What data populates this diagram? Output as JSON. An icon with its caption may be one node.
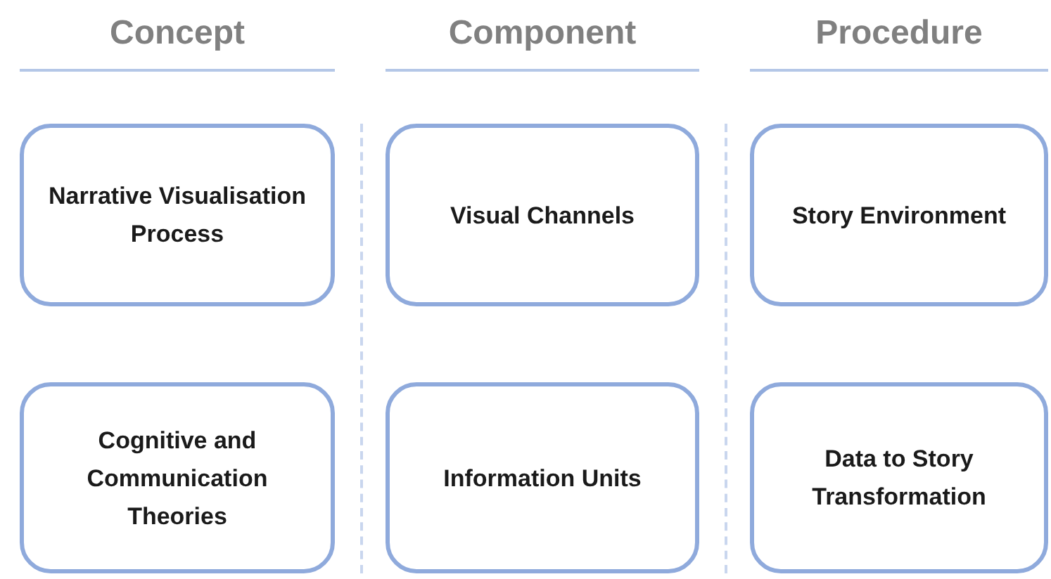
{
  "diagram": {
    "nodes": [
      {
        "text": [
          "Narrative Visualisation Process"
        ]
      },
      {
        "text": [
          "Visual Channels"
        ]
      },
      {
        "text": [
          "Story Environment"
        ]
      },
      {
        "text": [
          "Cognitive and Communication Theories"
        ]
      },
      {
        "text": [
          "Information Units"
        ]
      },
      {
        "text": [
          "Data to Story Transformation"
        ]
      }
    ],
    "labels": [
      "Concept",
      "Component",
      "Procedure"
    ]
  }
}
